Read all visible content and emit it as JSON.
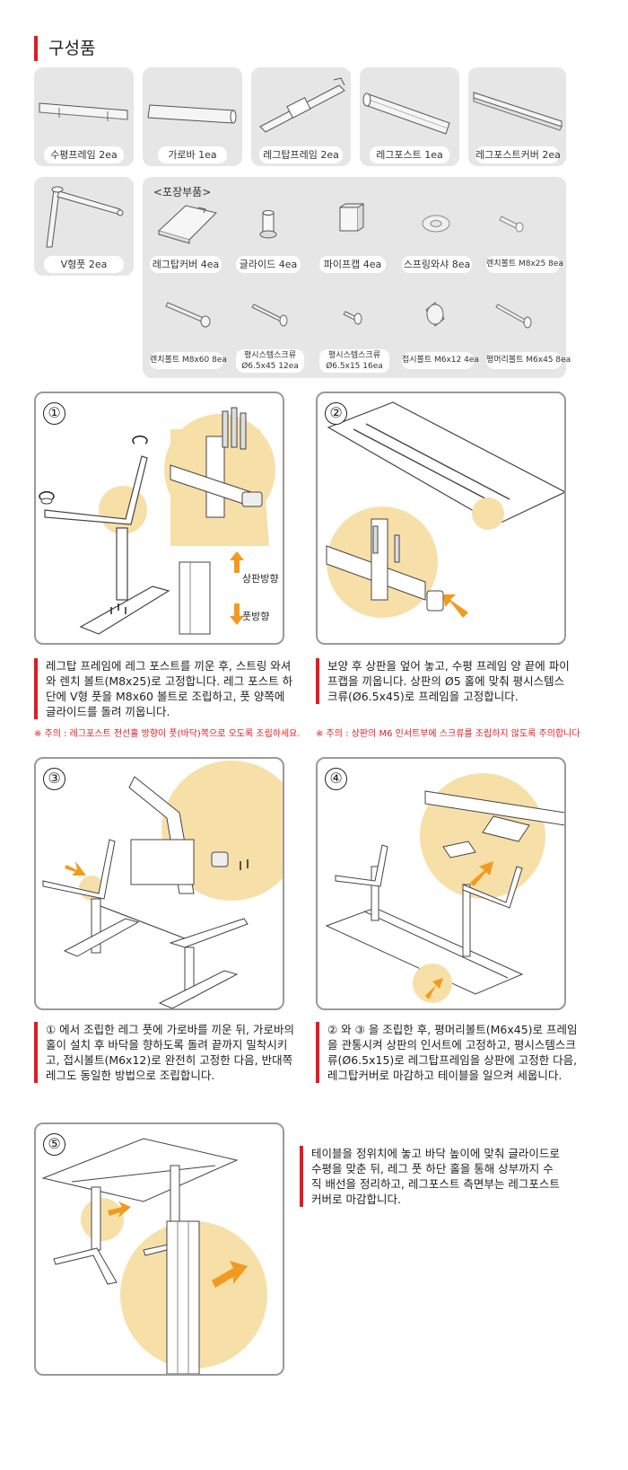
{
  "section_title": "구성품",
  "components": [
    {
      "label": "수평프레임 2ea"
    },
    {
      "label": "가로바 1ea"
    },
    {
      "label": "레그탑프레임 2ea"
    },
    {
      "label": "레그포스트 1ea"
    },
    {
      "label": "레그포스트커버 2ea"
    },
    {
      "label": "V형풋 2ea"
    }
  ],
  "package": {
    "title": "<포장부품>",
    "items": [
      {
        "label": "레그탑커버 4ea"
      },
      {
        "label": "글라이드 4ea"
      },
      {
        "label": "파이프캡 4ea"
      },
      {
        "label": "스프링와샤 8ea"
      },
      {
        "label": "렌치볼트 M8x25 8ea"
      },
      {
        "label": "렌치볼트 M8x60 8ea"
      },
      {
        "label_line1": "평시스템스크류",
        "label_line2": "Ø6.5x45 12ea"
      },
      {
        "label_line1": "평시스템스크류",
        "label_line2": "Ø6.5x15 16ea"
      },
      {
        "label": "접시볼트 M6x12 4ea"
      },
      {
        "label": "평머리볼트 M6x45 8ea"
      }
    ]
  },
  "steps": [
    {
      "number": "①",
      "callout_up": "상판방향",
      "callout_down": "풋방향",
      "description": "레그탑 프레임에 레그 포스트를 끼운 후, 스트링 와셔와 렌치 볼트(M8x25)로 고정합니다. 레그 포스트 하단에 V형 풋을 M8x60 볼트로 조립하고, 풋 양쪽에 글라이드를 돌려 끼웁니다.",
      "note": "※ 주의 : 레그포스트 전선홀 방향이 풋(바닥)쪽으로 오도록 조립하세요."
    },
    {
      "number": "②",
      "description": "보양 후 상판을 엎어 놓고, 수평 프레임 양 끝에 파이프캡을 끼웁니다. 상판의 Ø5 홀에 맞춰 평시스템스크류(Ø6.5x45)로 프레임을 고정합니다.",
      "note": "※ 주의 : 상판의 M6 인서트부에 스크류를 조립하지 않도록 주의합니다"
    },
    {
      "number": "③",
      "description": "① 에서 조립한 레그 풋에 가로바를 끼운 뒤, 가로바의 홀이 설치 후 바닥을 향하도록 돌려 끝까지 밀착시키고, 접시볼트(M6x12)로 완전히 고정한 다음, 반대쪽 레그도 동일한 방법으로 조립합니다."
    },
    {
      "number": "④",
      "description": "② 와 ③ 을 조립한 후, 평머리볼트(M6x45)로 프레임을 관통시켜 상판의 인서트에 고정하고, 평시스템스크류(Ø6.5x15)로 레그탑프레임을 상판에 고정한 다음, 레그탑커버로 마감하고 테이블을 일으켜 세웁니다."
    },
    {
      "number": "⑤",
      "description": "테이블을 정위치에 놓고 바닥 높이에 맞춰 글라이드로 수평을 맞춘 뒤, 레그 풋 하단 홀을 통해 상부까지 수직 배선을 정리하고, 레그포스트 측면부는 레그포스트커버로 마감합니다."
    }
  ],
  "colors": {
    "accent": "#e31b23",
    "card_bg": "#e6e6e6",
    "highlight": "#f7dfa8",
    "arrow": "#f29a1f"
  }
}
